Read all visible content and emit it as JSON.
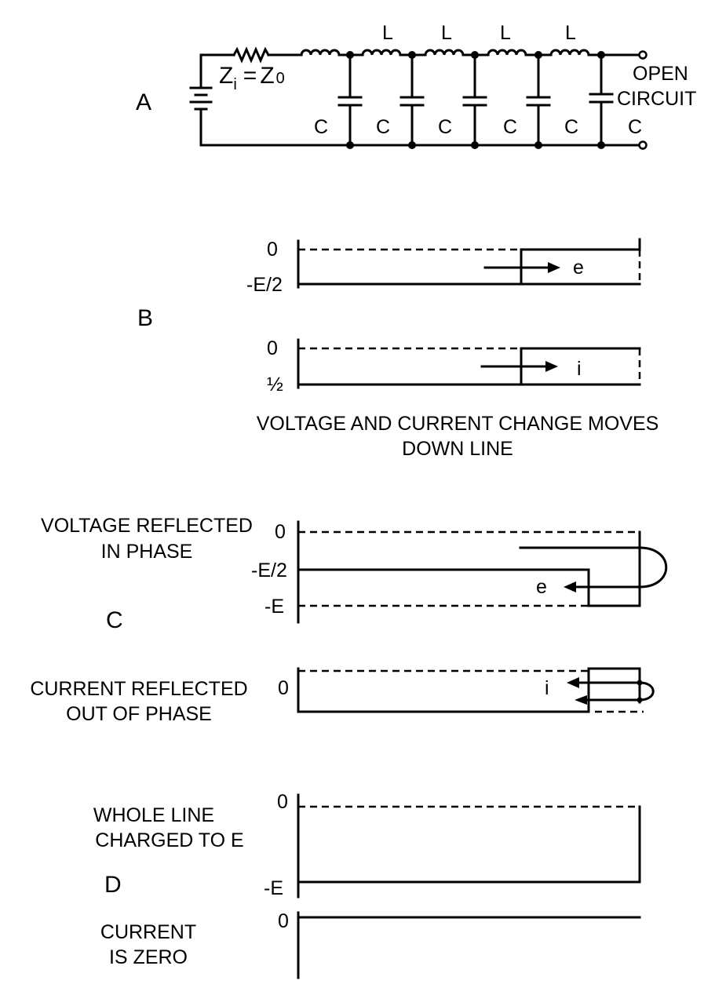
{
  "sections": {
    "A": "A",
    "B": "B",
    "C": "C",
    "D": "D"
  },
  "circuit": {
    "impedance_z": "Z",
    "impedance_sub_i": "i",
    "impedance_eq": "=",
    "impedance_z0": "Z",
    "impedance_sub_0": "0",
    "inductor_labels": [
      "L",
      "L",
      "L",
      "L"
    ],
    "capacitor_labels": [
      "C",
      "C",
      "C",
      "C",
      "C",
      "C"
    ],
    "termination_line1": "OPEN",
    "termination_line2": "CIRCUIT"
  },
  "panel_b": {
    "voltage_top_label": "0",
    "voltage_bottom_label": "-E/2",
    "voltage_arrow_label": "e",
    "current_top_label": "0",
    "current_bottom_label": "½",
    "current_arrow_label": "i",
    "caption_line1": "VOLTAGE AND CURRENT CHANGE MOVES",
    "caption_line2": "DOWN LINE"
  },
  "panel_c": {
    "voltage_caption_line1": "VOLTAGE REFLECTED",
    "voltage_caption_line2": "IN PHASE",
    "voltage_label_0": "0",
    "voltage_label_half": "-E/2",
    "voltage_label_full": "-E",
    "voltage_arrow_label": "e",
    "current_caption_line1": "CURRENT REFLECTED",
    "current_caption_line2": "OUT OF PHASE",
    "current_label_0": "0",
    "current_arrow_label": "i"
  },
  "panel_d": {
    "voltage_caption_line1": "WHOLE LINE",
    "voltage_caption_line2": "CHARGED TO E",
    "voltage_label_0": "0",
    "voltage_label_full": "-E",
    "current_caption_line1": "CURRENT",
    "current_caption_line2": "IS ZERO",
    "current_label_0": "0"
  }
}
